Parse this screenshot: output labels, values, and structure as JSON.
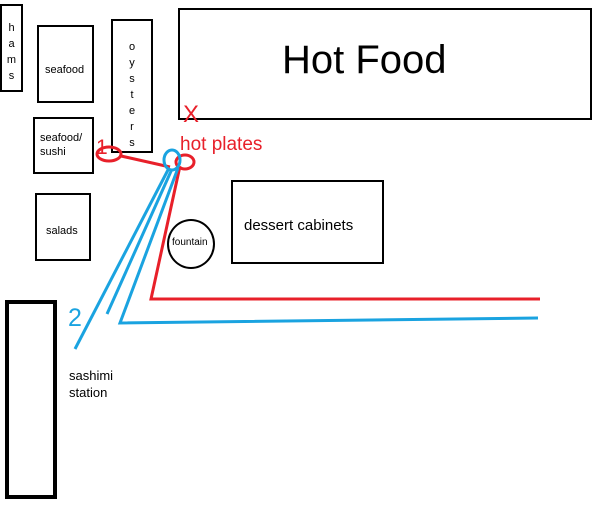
{
  "stations": {
    "hams": "hams",
    "seafood": "seafood",
    "oysters": "oysters",
    "seafood_sushi": "seafood/\nsushi",
    "salads": "salads",
    "hot_food": "Hot Food",
    "dessert_cabinets": "dessert cabinets",
    "fountain": "fountain",
    "sashimi_station": "sashimi\nstation",
    "hot_plates": "hot plates"
  },
  "markers": {
    "route_1": "1",
    "route_2": "2",
    "x_mark": "X"
  },
  "colors": {
    "route_1": "#e8202a",
    "route_2": "#1aa3e0",
    "outline": "#000000"
  }
}
